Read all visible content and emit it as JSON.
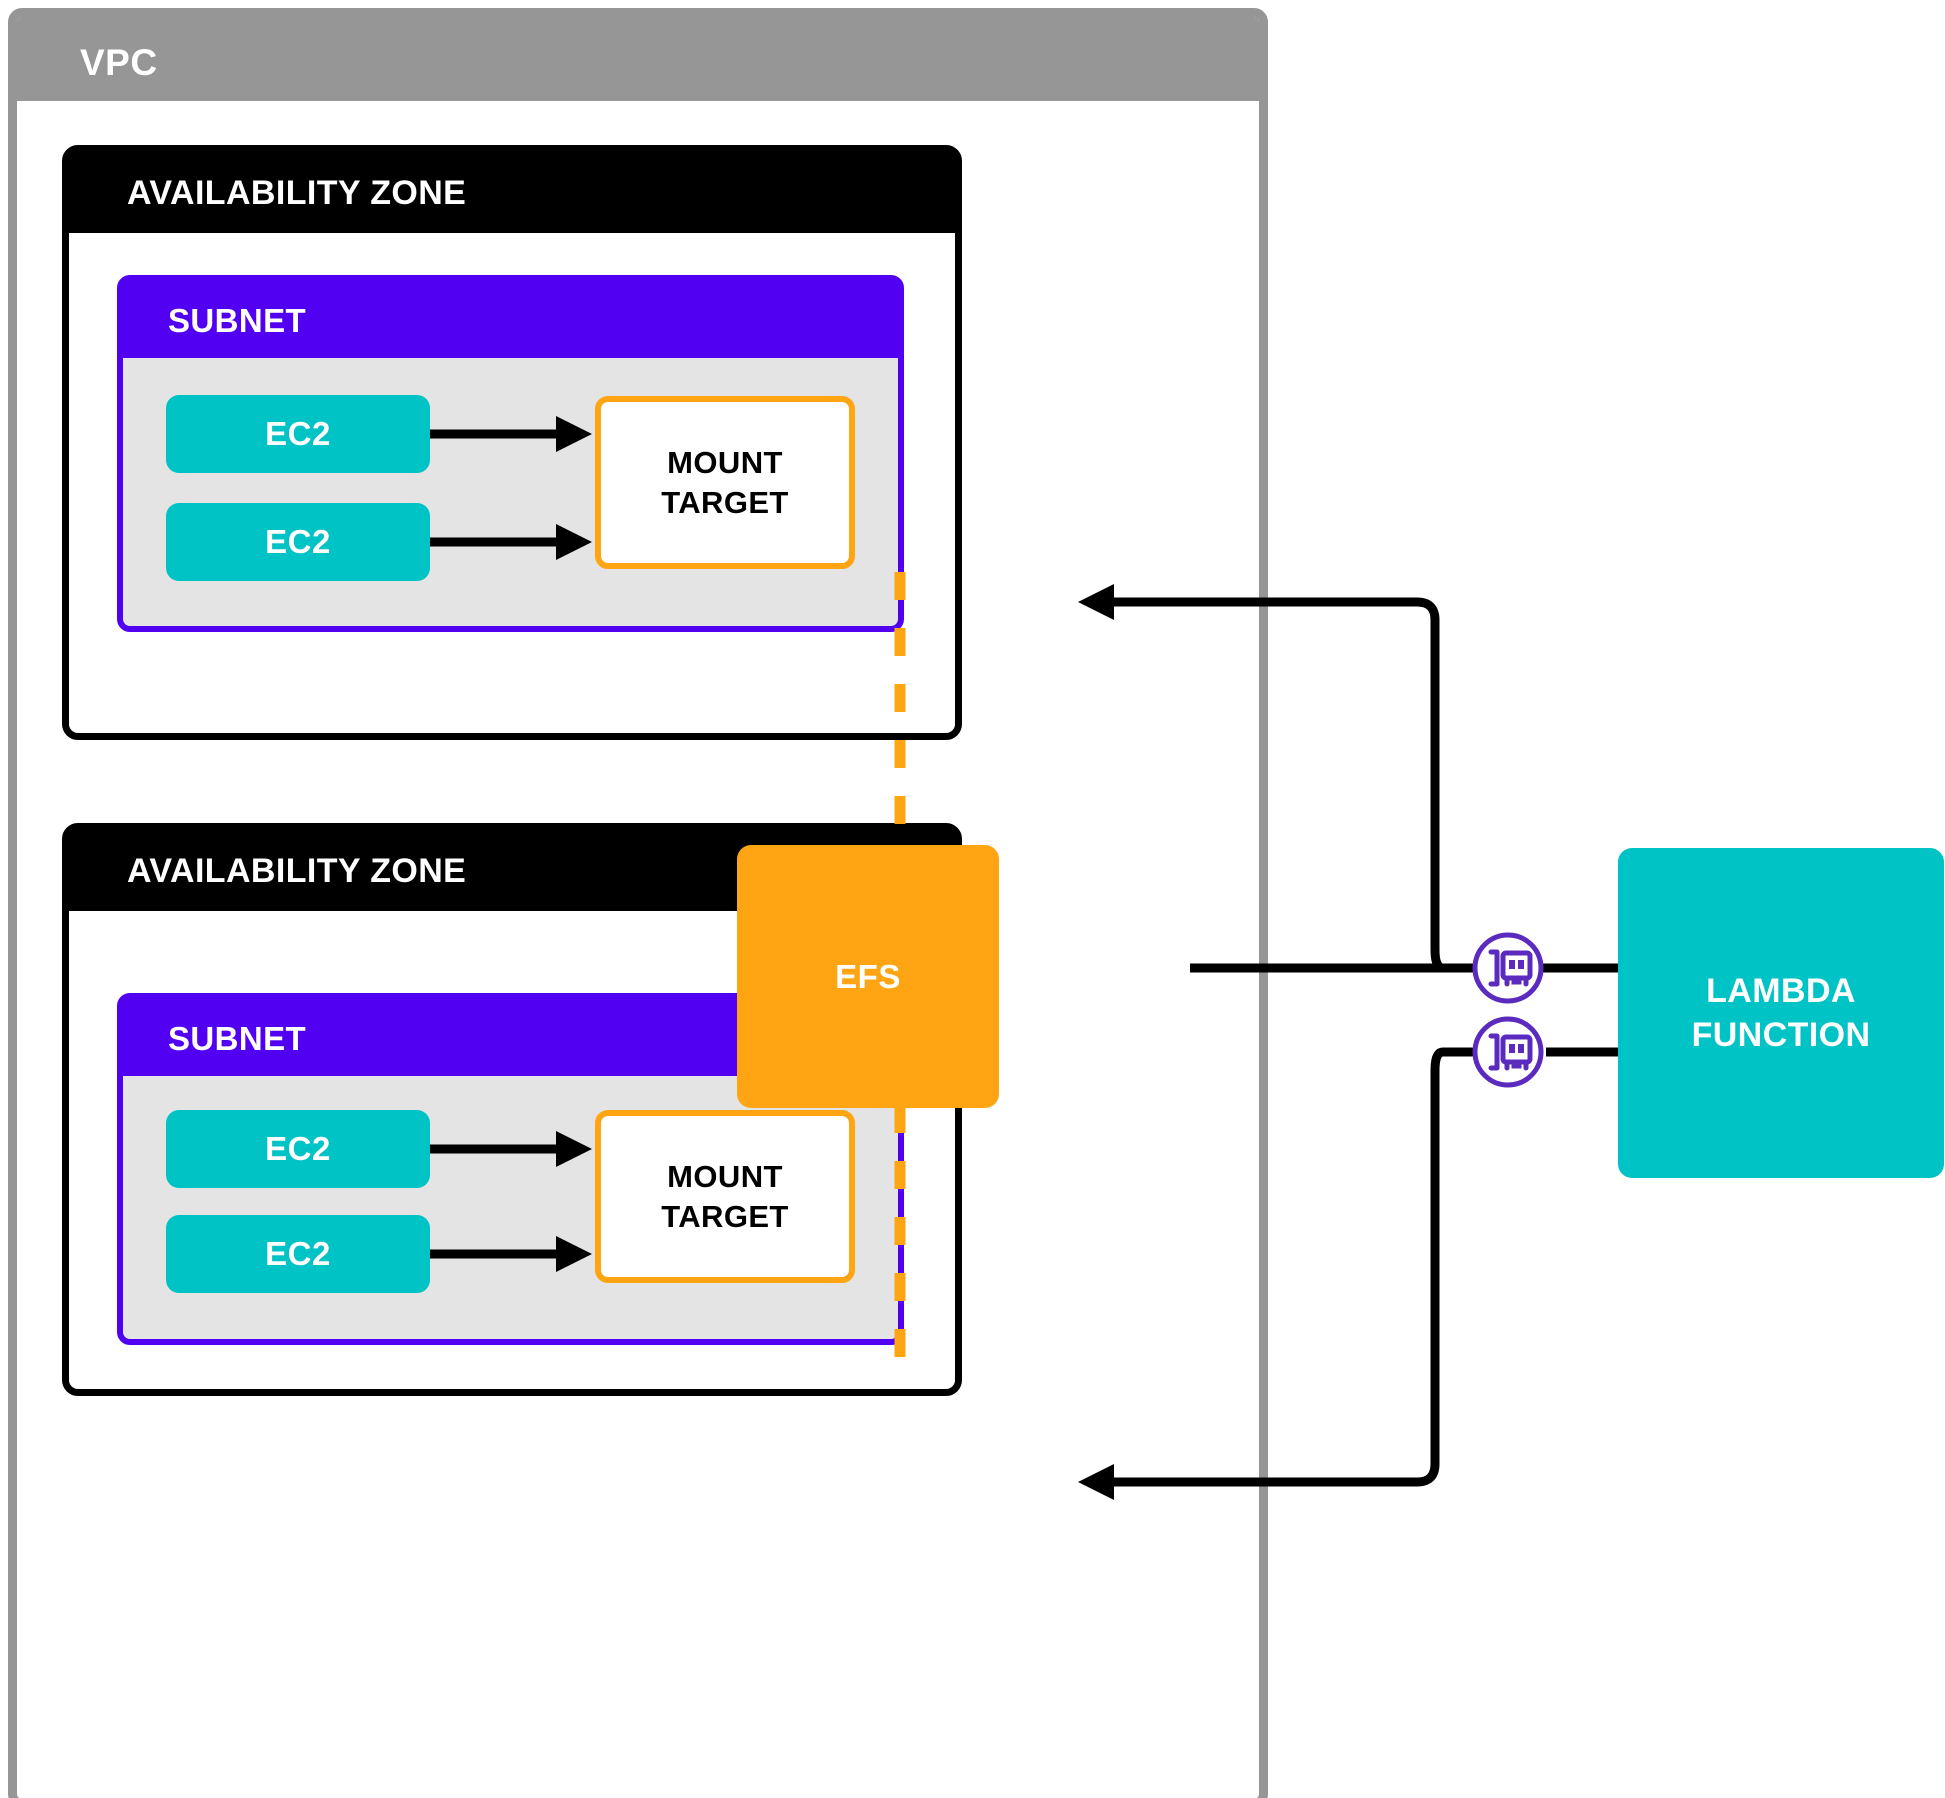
{
  "diagram": {
    "title": "AWS EFS multi-AZ architecture with Lambda",
    "colors": {
      "vpc_gray": "#969696",
      "az_black": "#000000",
      "subnet_purple": "#5200F2",
      "subnet_body_gray": "#E4E4E4",
      "ec2_teal": "#00C3C6",
      "efs_orange": "#FFA412",
      "mount_target_border": "#FFA412",
      "lambda_teal": "#00C3C6",
      "eni_purple": "#5B2BBF",
      "arrow_black": "#000000"
    }
  },
  "vpc": {
    "label": "VPC",
    "availability_zones": [
      {
        "label": "AVAILABILITY ZONE",
        "subnet": {
          "label": "SUBNET",
          "instances": [
            {
              "label": "EC2"
            },
            {
              "label": "EC2"
            }
          ],
          "mount_target": {
            "line1": "MOUNT",
            "line2": "TARGET"
          }
        }
      },
      {
        "label": "AVAILABILITY ZONE",
        "subnet": {
          "label": "SUBNET",
          "instances": [
            {
              "label": "EC2"
            },
            {
              "label": "EC2"
            }
          ],
          "mount_target": {
            "line1": "MOUNT",
            "line2": "TARGET"
          }
        }
      }
    ]
  },
  "efs": {
    "label": "EFS"
  },
  "lambda": {
    "line1": "LAMBDA",
    "line2": "FUNCTION"
  },
  "network_interfaces": [
    {
      "name": "eni-top"
    },
    {
      "name": "eni-bottom"
    }
  ]
}
